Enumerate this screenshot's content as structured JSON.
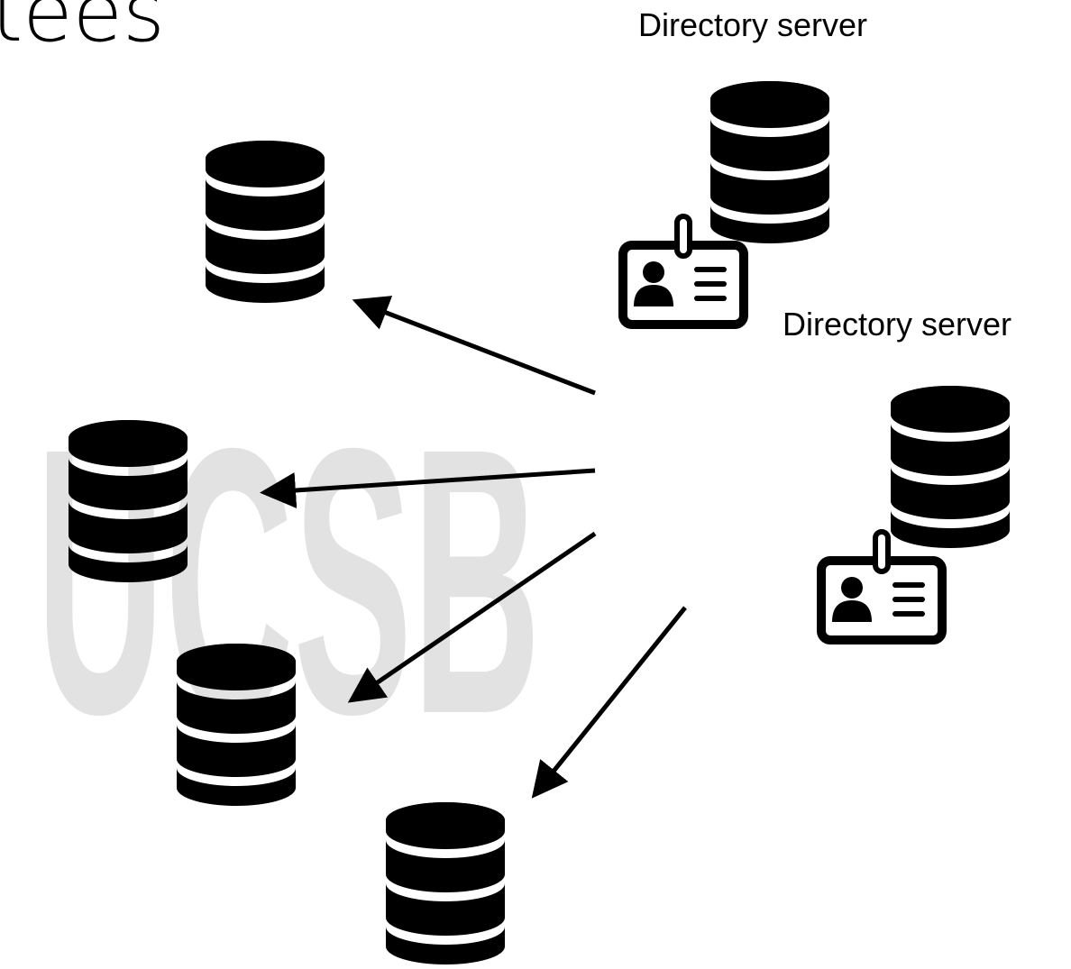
{
  "slide": {
    "title_fragment": "tees",
    "watermark": "UCSB"
  },
  "directory_servers": [
    {
      "label": "Directory server"
    },
    {
      "label": "Directory server"
    }
  ],
  "colors": {
    "ink": "#000000",
    "watermark": "#e2e2e2",
    "background": "#ffffff"
  },
  "icons": {
    "server": "database-stack-icon",
    "badge": "id-badge-icon"
  }
}
